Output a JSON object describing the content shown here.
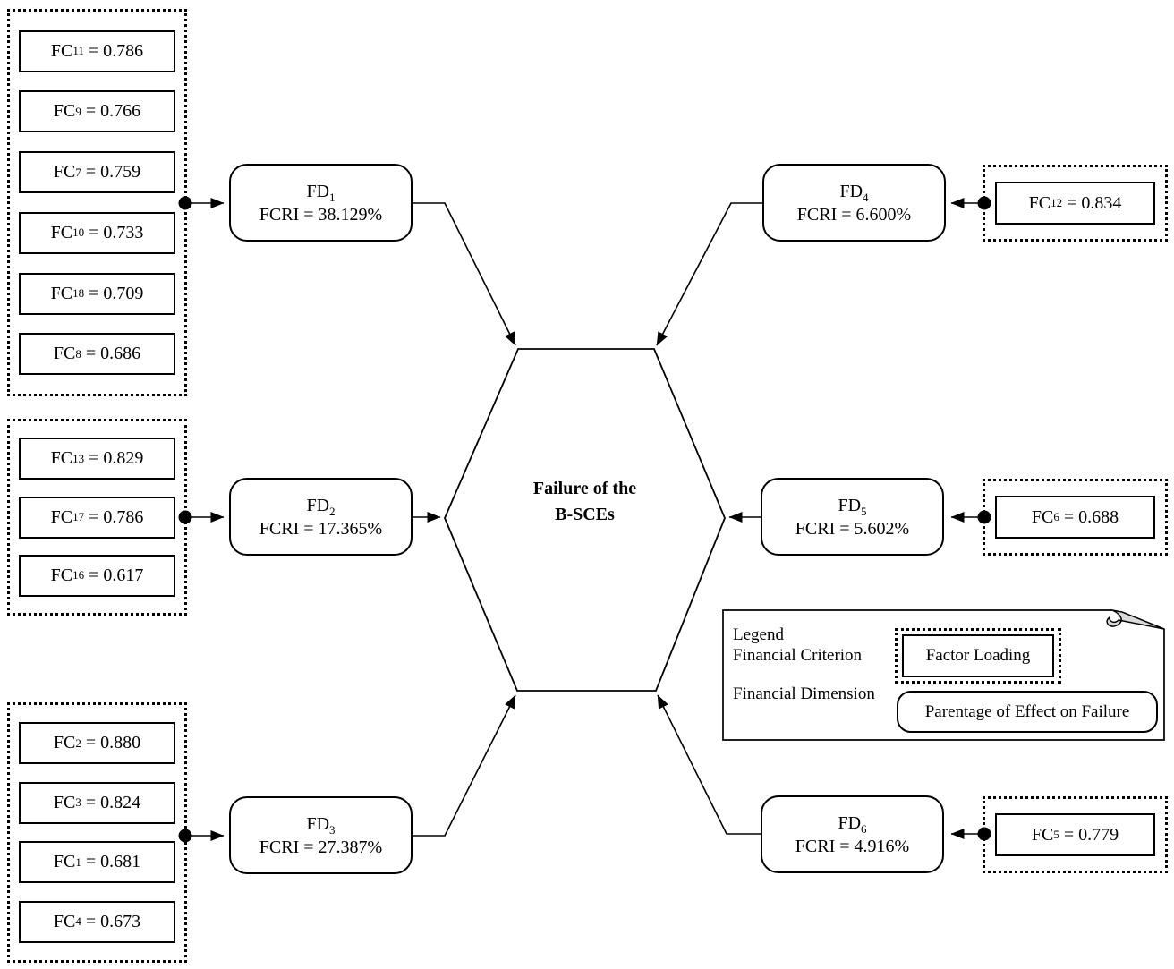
{
  "hexagon": {
    "line1": "Failure of the",
    "line2": "B-SCEs"
  },
  "fd_nodes": [
    {
      "prefix": "FD",
      "sub": "1",
      "fcri": "FCRI = 38.129%"
    },
    {
      "prefix": "FD",
      "sub": "2",
      "fcri": "FCRI = 17.365%"
    },
    {
      "prefix": "FD",
      "sub": "3",
      "fcri": "FCRI = 27.387%"
    },
    {
      "prefix": "FD",
      "sub": "4",
      "fcri": "FCRI = 6.600%"
    },
    {
      "prefix": "FD",
      "sub": "5",
      "fcri": "FCRI = 5.602%"
    },
    {
      "prefix": "FD",
      "sub": "6",
      "fcri": "FCRI = 4.916%"
    }
  ],
  "left_groups": [
    {
      "items": [
        {
          "prefix": "FC",
          "sub": "11",
          "rest": " = 0.786"
        },
        {
          "prefix": "FC",
          "sub": "9",
          "rest": " = 0.766"
        },
        {
          "prefix": "FC",
          "sub": "7",
          "rest": " = 0.759"
        },
        {
          "prefix": "FC",
          "sub": "10",
          "rest": " = 0.733"
        },
        {
          "prefix": "FC",
          "sub": "18",
          "rest": " = 0.709"
        },
        {
          "prefix": "FC",
          "sub": "8",
          "rest": " = 0.686"
        }
      ]
    },
    {
      "items": [
        {
          "prefix": "FC",
          "sub": "13",
          "rest": " = 0.829"
        },
        {
          "prefix": "FC",
          "sub": "17",
          "rest": " = 0.786"
        },
        {
          "prefix": "FC",
          "sub": "16",
          "rest": " = 0.617"
        }
      ]
    },
    {
      "items": [
        {
          "prefix": "FC",
          "sub": "2",
          "rest": " = 0.880"
        },
        {
          "prefix": "FC",
          "sub": "3",
          "rest": " = 0.824"
        },
        {
          "prefix": "FC",
          "sub": "1",
          "rest": " = 0.681"
        },
        {
          "prefix": "FC",
          "sub": "4",
          "rest": " = 0.673"
        }
      ]
    }
  ],
  "right_items": [
    {
      "prefix": "FC",
      "sub": "12",
      "rest": " = 0.834"
    },
    {
      "prefix": "FC",
      "sub": "6",
      "rest": " = 0.688"
    },
    {
      "prefix": "FC",
      "sub": "5",
      "rest": " = 0.779"
    }
  ],
  "legend": {
    "title": "Legend",
    "criterion_label": "Financial Criterion",
    "criterion_box": "Factor Loading",
    "dimension_label": "Financial Dimension",
    "dimension_box": "Parentage of Effect on Failure"
  },
  "colors": {
    "line": "#000000",
    "fill": "#ffffff",
    "fold": "#d9d9d9"
  }
}
